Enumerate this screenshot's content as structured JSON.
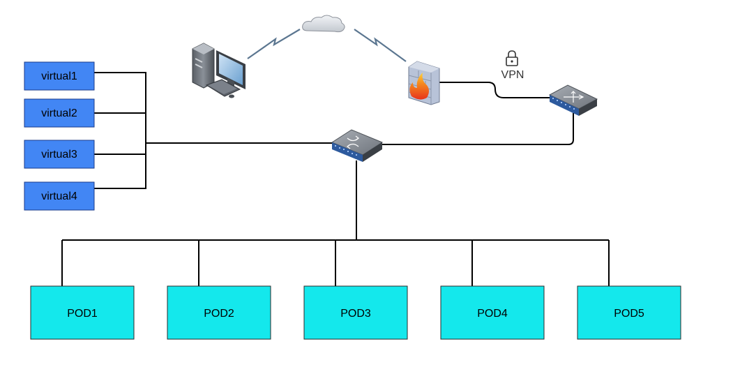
{
  "diagram": {
    "virtual_nodes": [
      {
        "label": "virtual1"
      },
      {
        "label": "virtual2"
      },
      {
        "label": "virtual3"
      },
      {
        "label": "virtual4"
      }
    ],
    "pod_nodes": [
      {
        "label": "POD1"
      },
      {
        "label": "POD2"
      },
      {
        "label": "POD3"
      },
      {
        "label": "POD4"
      },
      {
        "label": "POD5"
      }
    ],
    "vpn_label": "VPN",
    "icons": {
      "workstation": "workstation-icon",
      "cloud": "cloud-icon",
      "firewall": "firewall-icon",
      "lock": "lock-icon",
      "router": "router-icon",
      "core_switch": "switch-icon"
    },
    "colors": {
      "virtual_fill": "#4286f4",
      "virtual_stroke": "#1b3b8a",
      "pod_fill": "#14e8ec",
      "pod_stroke": "#2a2a2a",
      "line": "#000000",
      "link": "#4a6a8a"
    }
  }
}
